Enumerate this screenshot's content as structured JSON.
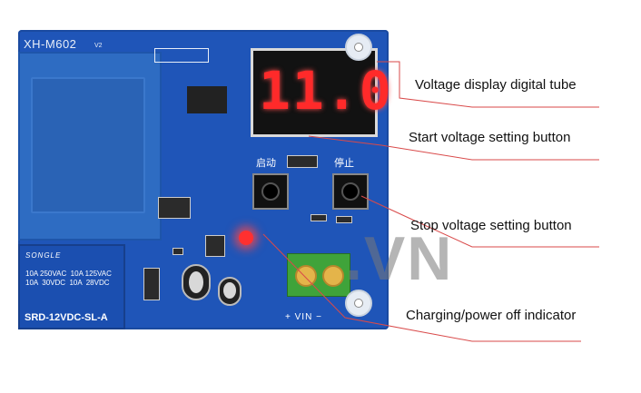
{
  "board": {
    "model_label": "XH-M602",
    "version_label": "V2",
    "display_value": "11.0",
    "start_label": "启动",
    "stop_label": "停止",
    "terminal_label": "+ VIN −",
    "relay": {
      "brand": "SONGLE",
      "specs": "10A 250VAC  10A 125VAC\n10A  30VDC  10A  28VDC",
      "model": "SRD-12VDC-SL-A"
    }
  },
  "watermark": ".VN",
  "callouts": [
    {
      "id": "display",
      "text": "Voltage display digital tube"
    },
    {
      "id": "start",
      "text": "Start voltage setting button"
    },
    {
      "id": "stop",
      "text": "Stop voltage setting button"
    },
    {
      "id": "indicator",
      "text": "Charging/power off indicator"
    }
  ],
  "colors": {
    "pcb": "#1f55b8",
    "callout_line": "#d94a4a",
    "display_digits": "#ff2a2a",
    "terminal": "#3fa33a"
  }
}
